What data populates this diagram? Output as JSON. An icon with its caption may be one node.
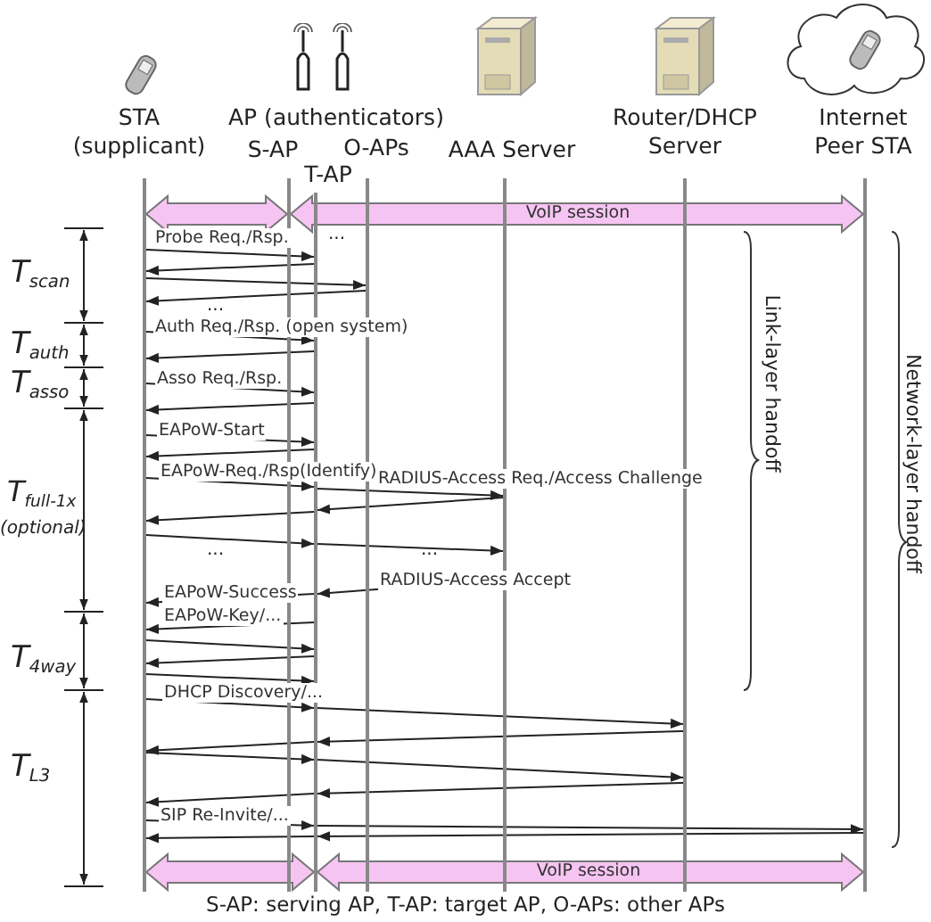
{
  "diagram": {
    "caption": "S-AP: serving AP, T-AP: target AP, O-APs: other APs",
    "nodes": [
      {
        "text": [],
        "shape": "bar",
        "beside": [
          "STA (supplicant)"
        ]
      },
      {
        "text": [],
        "shape": "bar",
        "beside": [
          "S-AP"
        ]
      },
      {
        "text": [],
        "shape": "bar",
        "beside": [
          "T-AP"
        ]
      },
      {
        "text": [],
        "shape": "bar",
        "beside": [
          "O-APs"
        ]
      },
      {
        "text": [],
        "shape": "bar",
        "beside": [
          "AAA Server"
        ]
      },
      {
        "text": [],
        "shape": "bar",
        "beside": [
          "Router/DHCP Server"
        ]
      },
      {
        "text": [],
        "shape": "bar",
        "beside": [
          "Internet Peer STA"
        ]
      }
    ],
    "edges": [
      {
        "from": 0,
        "to": 1,
        "arrow": "both",
        "style": "thick",
        "color": "#f6c4f2"
      },
      {
        "from": 1,
        "to": 6,
        "arrow": "both",
        "label": "VoIP session",
        "style": "thick",
        "color": "#f6c4f2"
      },
      {
        "from": 0,
        "to": 2,
        "arrow": "to",
        "label": "Probe Req./Rsp."
      },
      {
        "from": 2,
        "to": 0,
        "arrow": "to"
      },
      {
        "from": 0,
        "to": 3,
        "arrow": "to"
      },
      {
        "from": 3,
        "to": 0,
        "arrow": "to"
      },
      {
        "from": 0,
        "to": 2,
        "arrow": "to",
        "label": "Auth Req./Rsp. (open system)"
      },
      {
        "from": 2,
        "to": 0,
        "arrow": "to"
      },
      {
        "from": 0,
        "to": 2,
        "arrow": "to",
        "label": "Asso Req./Rsp."
      },
      {
        "from": 2,
        "to": 0,
        "arrow": "to"
      },
      {
        "from": 0,
        "to": 2,
        "arrow": "to",
        "label": "EAPoW-Start"
      },
      {
        "from": 2,
        "to": 0,
        "arrow": "to"
      },
      {
        "from": 0,
        "to": 2,
        "arrow": "to",
        "label": "EAPoW-Req./Rsp(Identify)"
      },
      {
        "from": 2,
        "to": 4,
        "arrow": "to",
        "label": "RADIUS-Access Req./Access Challenge"
      },
      {
        "from": 4,
        "to": 2,
        "arrow": "to"
      },
      {
        "from": 2,
        "to": 0,
        "arrow": "to"
      },
      {
        "from": 0,
        "to": 2,
        "arrow": "to"
      },
      {
        "from": 2,
        "to": 4,
        "arrow": "to"
      },
      {
        "from": 4,
        "to": 2,
        "arrow": "to",
        "label": "RADIUS-Access Accept"
      },
      {
        "from": 2,
        "to": 0,
        "arrow": "to",
        "label": "EAPoW-Success"
      },
      {
        "from": 2,
        "to": 0,
        "arrow": "to",
        "label": "EAPoW-Key/..."
      },
      {
        "from": 0,
        "to": 2,
        "arrow": "to"
      },
      {
        "from": 2,
        "to": 0,
        "arrow": "to"
      },
      {
        "from": 0,
        "to": 2,
        "arrow": "to"
      },
      {
        "from": 0,
        "to": 2,
        "arrow": "to",
        "label": "DHCP Discovery/..."
      },
      {
        "from": 2,
        "to": 5,
        "arrow": "to"
      },
      {
        "from": 5,
        "to": 2,
        "arrow": "to"
      },
      {
        "from": 2,
        "to": 0,
        "arrow": "to"
      },
      {
        "from": 0,
        "to": 2,
        "arrow": "to"
      },
      {
        "from": 2,
        "to": 5,
        "arrow": "to"
      },
      {
        "from": 5,
        "to": 2,
        "arrow": "to"
      },
      {
        "from": 2,
        "to": 0,
        "arrow": "to"
      },
      {
        "from": 0,
        "to": 2,
        "arrow": "to",
        "label": "SIP Re-Invite/..."
      },
      {
        "from": 2,
        "to": 6,
        "arrow": "to"
      },
      {
        "from": 6,
        "to": 2,
        "arrow": "to"
      },
      {
        "from": 2,
        "to": 0,
        "arrow": "to"
      },
      {
        "from": 0,
        "to": 2,
        "arrow": "both",
        "style": "thick",
        "color": "#f6c4f2"
      },
      {
        "from": 2,
        "to": 6,
        "arrow": "both",
        "label": "VoIP session",
        "style": "thick",
        "color": "#f6c4f2"
      }
    ],
    "labels": [
      "AP (authenticators)",
      "...",
      "T$_{scan}$",
      "...",
      "T$_{auth}$",
      "T$_{asso}$",
      "T$_{full-1x}$",
      "(optional)",
      "...",
      "...",
      "T$_{4way}$",
      "T$_{L3}$",
      "Link-layer handoff",
      "Network-layer handoff"
    ]
  }
}
